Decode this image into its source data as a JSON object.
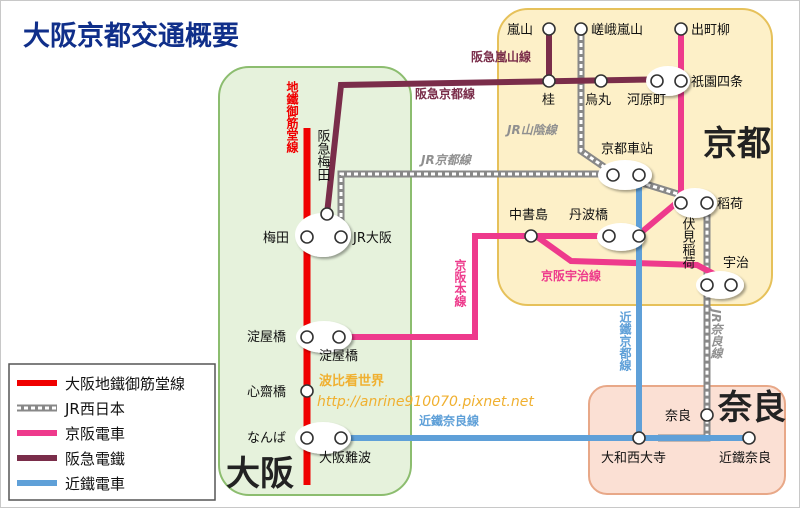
{
  "title": "大阪京都交通概要",
  "region_labels": {
    "osaka": "大阪",
    "kyoto": "京都",
    "nara": "奈良"
  },
  "colors": {
    "subway": "#f00000",
    "jr": "#888888",
    "keihan": "#ee3a8c",
    "hankyu": "#7a2d4a",
    "kintetsu": "#5fa0d8",
    "osaka_region": "#e6f2dc",
    "kyoto_region": "#fdf0c8",
    "nara_region": "#fbe0d4",
    "title": "#102f8a",
    "watermark": "#f0b030"
  },
  "line_labels": {
    "hankyu_arashiyama": "阪急嵐山線",
    "hankyu_kyoto": "阪急京都線",
    "jr_sanin": "JR山陰線",
    "jr_kyoto": "JR京都線",
    "subway_midosuji": "地鐵御筋堂線",
    "keihan_main": "京阪本線",
    "keihan_uji": "京阪宇治線",
    "kintetsu_kyoto": "近鐵京都線",
    "jr_nara": "JR奈良線",
    "kintetsu_nara": "近鐵奈良線"
  },
  "stations": {
    "arashiyama": "嵐山",
    "saga_arashiyama": "嵯峨嵐山",
    "demachiyanagi": "出町柳",
    "katsura": "桂",
    "karasuma": "烏丸",
    "kawaramachi": "河原町",
    "gion_shijo": "祇園四条",
    "hankyu_umeda": "阪急梅田",
    "kyoto_station": "京都車站",
    "inari": "稻荷",
    "fushimi_inari": "伏見稲荷",
    "chushojima": "中書島",
    "tambabashi": "丹波橋",
    "uji": "宇治",
    "umeda": "梅田",
    "jr_osaka": "JR大阪",
    "yodoyabashi_subway": "淀屋橋",
    "yodoyabashi_keihan": "淀屋橋",
    "shinsaibashi": "心齋橋",
    "namba": "なんば",
    "osaka_namba": "大阪難波",
    "nara_jr": "奈良",
    "yamato_saidaiji": "大和西大寺",
    "kintetsu_nara": "近鐵奈良"
  },
  "watermark": {
    "name": "波比看世界",
    "url": "http://anrine910070.pixnet.net"
  },
  "legend": [
    {
      "label": "大阪地鐵御筋堂線",
      "color": "#f00000",
      "style": "solid"
    },
    {
      "label": "JR西日本",
      "color": "#888888",
      "style": "jr"
    },
    {
      "label": "京阪電車",
      "color": "#ee3a8c",
      "style": "solid"
    },
    {
      "label": "阪急電鐵",
      "color": "#7a2d4a",
      "style": "solid"
    },
    {
      "label": "近鐵電車",
      "color": "#5fa0d8",
      "style": "solid"
    }
  ]
}
